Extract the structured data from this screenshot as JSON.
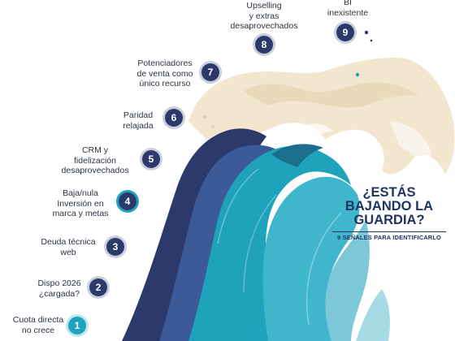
{
  "title": {
    "lines": [
      "¿ESTÁS",
      "BAJANDO LA",
      "GUARDIA?"
    ],
    "subtitle": "9 SEÑALES PARA IDENTIFICARLO"
  },
  "signals": [
    {
      "number": "1",
      "lines": [
        "Cuota directa",
        "no crece"
      ]
    },
    {
      "number": "2",
      "lines": [
        "Dispo 2026",
        "¿cargada?"
      ]
    },
    {
      "number": "3",
      "lines": [
        "Deuda técnica",
        "web"
      ]
    },
    {
      "number": "4",
      "lines": [
        "Baja/nula",
        "Inversión en",
        "marca y metas"
      ]
    },
    {
      "number": "5",
      "lines": [
        "CRM y",
        "fidelización",
        "desaprovechados"
      ]
    },
    {
      "number": "6",
      "lines": [
        "Paridad",
        "relajada"
      ]
    },
    {
      "number": "7",
      "lines": [
        "Potenciadores",
        "de venta como",
        "único recurso"
      ]
    },
    {
      "number": "8",
      "lines": [
        "Upselling",
        "y extras",
        "desaprovechados"
      ]
    },
    {
      "number": "9",
      "lines": [
        "BI",
        "inexistente"
      ]
    }
  ],
  "colors": {
    "navy": "#2b3a6b",
    "teal": "#1fa3bd",
    "cyan": "#3fb6cc",
    "cream": "#f2e6cf",
    "title": "#1f3462"
  }
}
